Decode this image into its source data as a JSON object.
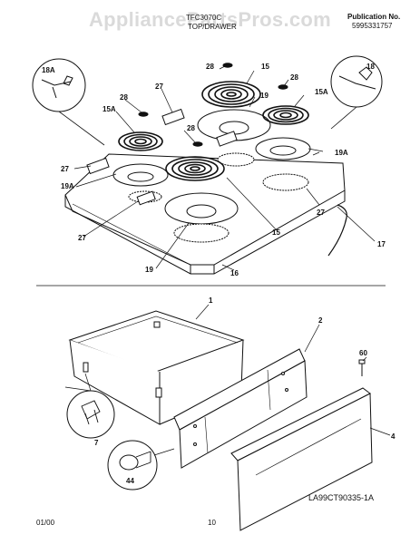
{
  "watermark": "AppliancePartsPros.com",
  "header": {
    "model": "TFC3070C",
    "section_title": "TOP/DRAWER",
    "publication_label": "Publication No.",
    "publication_number": "5995331757"
  },
  "footer": {
    "date": "01/00",
    "page": "10",
    "drawing_code": "LA99CT90335-1A"
  },
  "callouts": {
    "c18a": "18A",
    "c18": "18",
    "c28a": "28",
    "c15a": "15",
    "c28b": "28",
    "c15b": "15A",
    "c28c": "28",
    "c27a": "27",
    "c19a": "19",
    "c15c": "15A",
    "c28d": "28",
    "c19b": "19A",
    "c27b": "27",
    "c19c": "19A",
    "c27c": "27",
    "c27d": "27",
    "c15d": "15",
    "c17": "17",
    "c19d": "19",
    "c16": "16",
    "c1": "1",
    "c2": "2",
    "c60": "60",
    "c7": "7",
    "c4": "4",
    "c44": "44"
  }
}
